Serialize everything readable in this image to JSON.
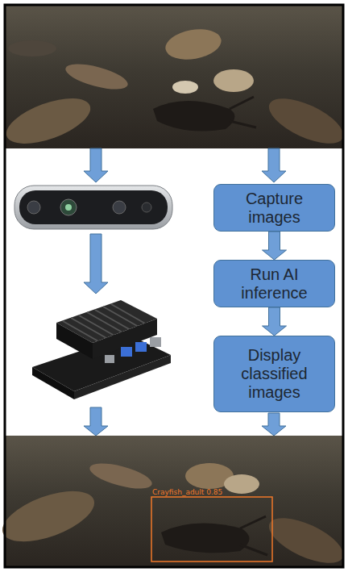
{
  "diagram": {
    "nodes": [
      {
        "text": [
          "Capture images"
        ]
      },
      {
        "text": [
          "Run AI inference"
        ]
      },
      {
        "text": [
          "Display classified images"
        ]
      }
    ],
    "edges": [
      {
        "from": 0,
        "to": 1,
        "arrow": "to"
      },
      {
        "from": 1,
        "to": 2,
        "arrow": "to"
      }
    ],
    "labels": [
      "Crayfish_adult 0.85"
    ]
  }
}
